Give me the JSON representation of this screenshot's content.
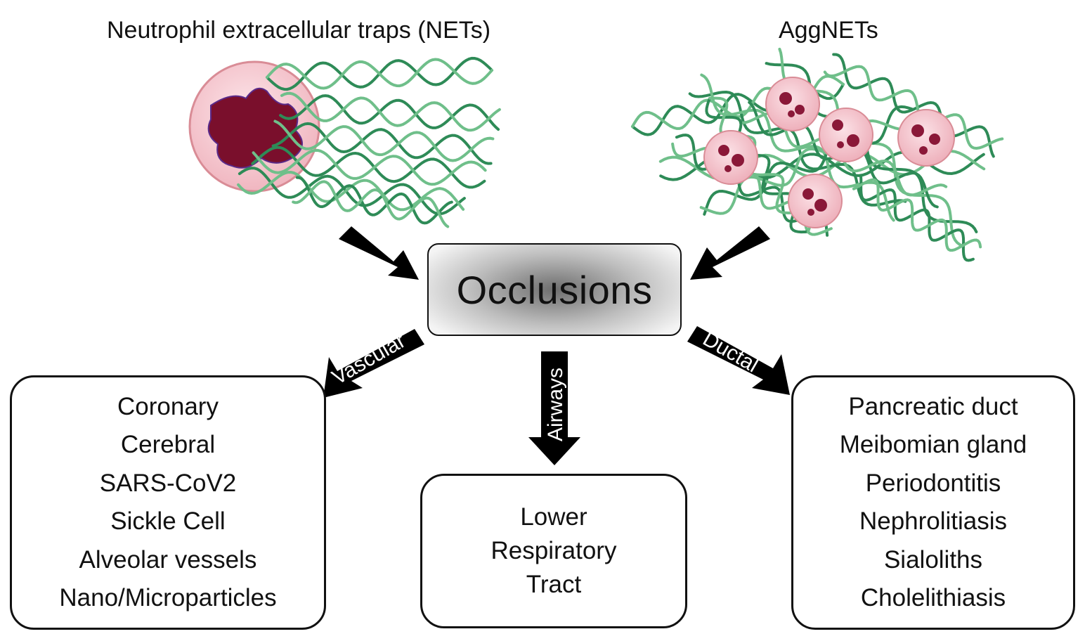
{
  "titles": {
    "nets": "Neutrophil extracellular traps (NETs)",
    "aggnets": "AggNETs"
  },
  "center": {
    "label": "Occlusions"
  },
  "arrow_labels": {
    "vascular": "Vascular",
    "airways": "Airways",
    "ductal": "Ductal"
  },
  "vascular": {
    "items": [
      "Coronary",
      "Cerebral",
      "SARS-CoV2",
      "Sickle Cell",
      "Alveolar vessels",
      "Nano/Microparticles"
    ]
  },
  "airways": {
    "items": [
      "Lower",
      "Respiratory",
      "Tract"
    ]
  },
  "ductal": {
    "items": [
      "Pancreatic duct",
      "Meibomian gland",
      "Periodontitis",
      "Nephrolitiasis",
      "Sialoliths",
      "Cholelithiasis"
    ]
  },
  "colors": {
    "dna_strand": "#2e8b57",
    "dna_strand_light": "#6fbf8a",
    "cell_body": "#f4c6cc",
    "cell_border": "#d98c96",
    "nucleus": "#7a0f2c",
    "arrow": "#000000"
  }
}
